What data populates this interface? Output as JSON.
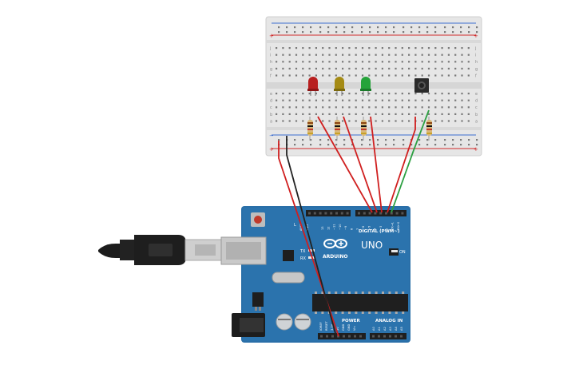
{
  "colors": {
    "board": "#2a6fa8",
    "board_dark": "#1f5a8c",
    "breadboard": "#e8e8e8",
    "wire_red": "#d01f1f",
    "wire_black": "#222222",
    "wire_green": "#2ea043",
    "led_red": "#b81f1f",
    "led_yellow": "#a58b14",
    "led_green": "#25a33a"
  },
  "breadboard": {
    "rows_top": [
      "j",
      "i",
      "h",
      "g",
      "f"
    ],
    "rows_bottom": [
      "e",
      "d",
      "c",
      "b",
      "a"
    ],
    "plus": "+",
    "minus": "−"
  },
  "arduino": {
    "brand": "ARDUINO",
    "model": "UNO",
    "digital_label": "DIGITAL (PWM~)",
    "analog_label": "ANALOG IN",
    "power_label": "POWER",
    "on_label": "ON",
    "tx_label": "TX",
    "rx_label": "RX",
    "l_label": "L",
    "aref_label": "AREF",
    "gnd_label": "GND",
    "digital_pins": [
      "13",
      "12",
      "~11",
      "~10",
      "~9",
      "8",
      "7",
      "~6",
      "~5",
      "4",
      "~3",
      "2",
      "TX→1",
      "RX←0"
    ],
    "analog_pins": [
      "A0",
      "A1",
      "A2",
      "A3",
      "A4",
      "A5"
    ],
    "power_pins": [
      "IOREF",
      "RESET",
      "3.3V",
      "5V",
      "GND",
      "GND",
      "Vin"
    ]
  }
}
